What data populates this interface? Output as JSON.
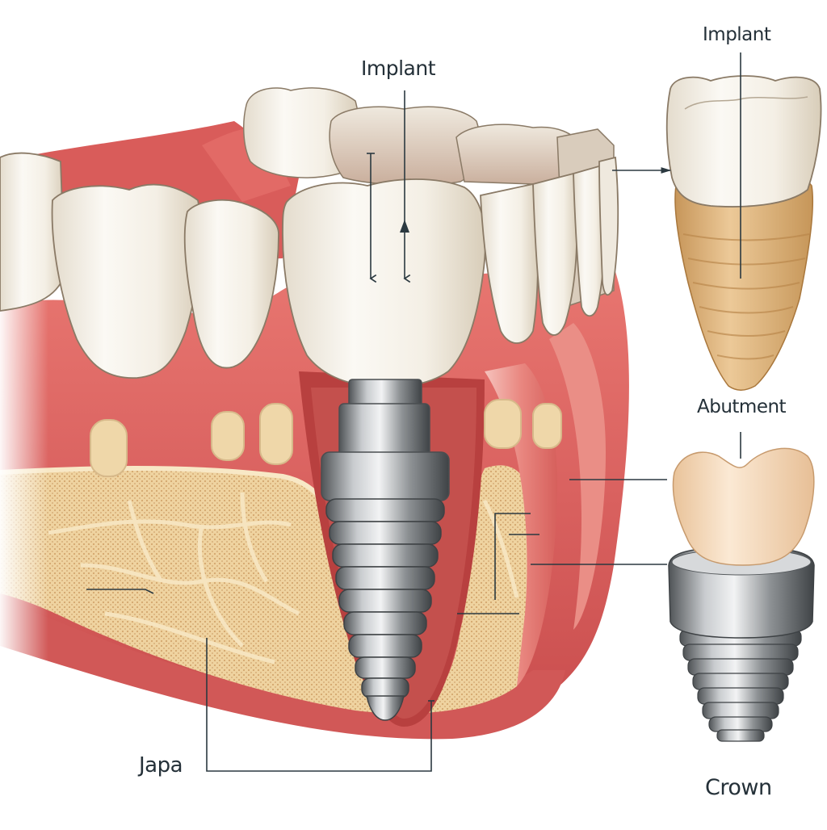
{
  "diagram": {
    "subject": "Dental implant cross-section illustration",
    "labels": {
      "implant_main": "Implant",
      "implant_side": "Implant",
      "abutment": "Abutment",
      "crown": "Crown",
      "jaw": "Japa"
    },
    "panels": [
      {
        "name": "jaw-cross-section",
        "description": "Lower jaw with teeth, gum, bone and an implant with crown"
      },
      {
        "name": "crown-on-root-exploded",
        "description": "White crown on a tan threaded root"
      },
      {
        "name": "crown-on-abutment-implant",
        "description": "Cream crown on metal abutment and threaded implant"
      }
    ],
    "colors": {
      "background": "#ffffff",
      "label_text": "#243038",
      "leader_line": "#2b3940",
      "gum": "#d9615f",
      "gum_light": "#f0a39c",
      "bone": "#efd3a0",
      "bone_dots": "#c9965c",
      "tooth": "#f4f0e8",
      "tooth_shadow": "#d6cbb8",
      "metal": "#a9adb0",
      "metal_dark": "#55595c",
      "root_tan": "#d9b07a",
      "crown_cream": "#f5dcc0"
    }
  }
}
